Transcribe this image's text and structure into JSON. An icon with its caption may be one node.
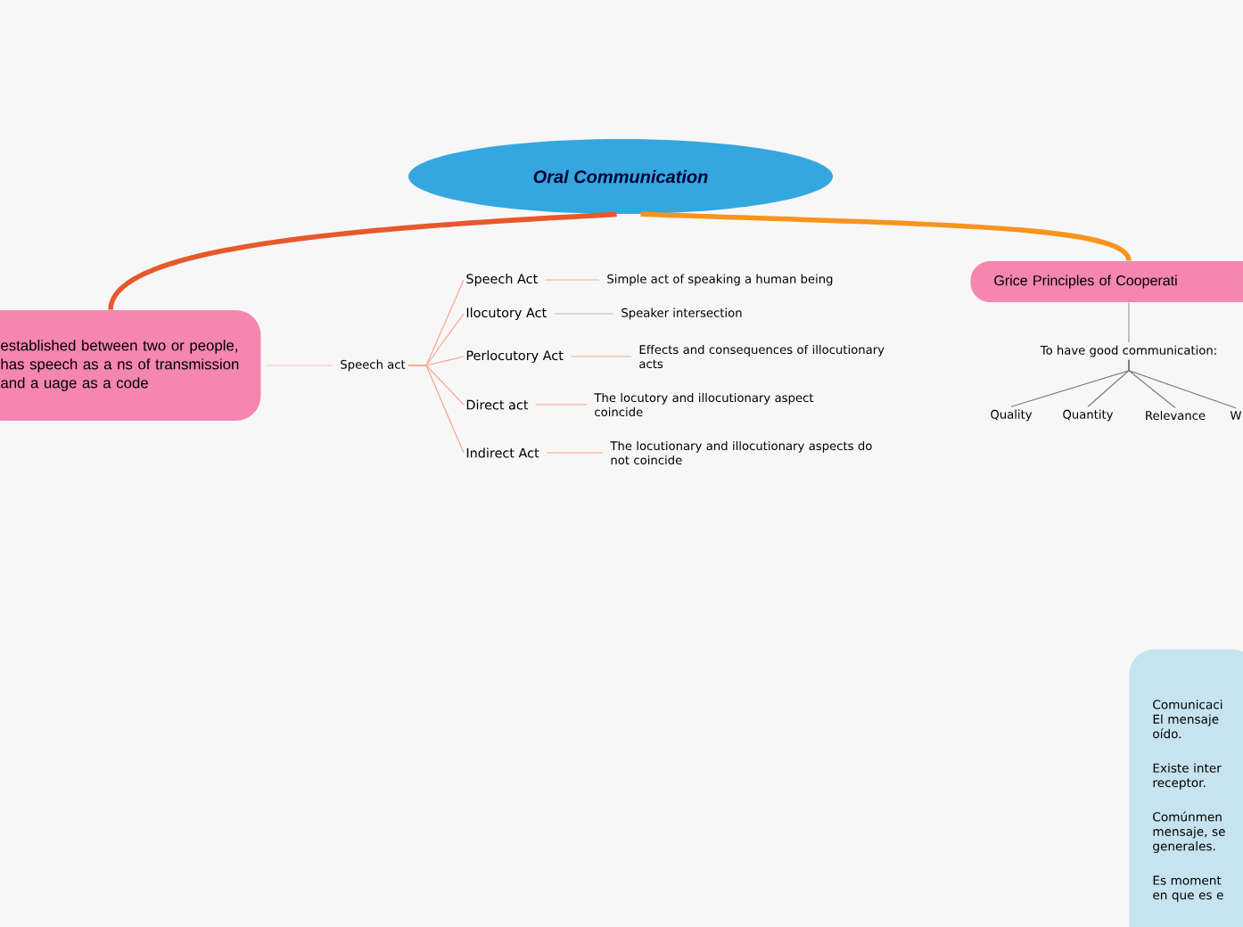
{
  "diagram": {
    "nodes": [
      {
        "text": [
          "Oral Communication"
        ]
      },
      {
        "text": [
          "established between two or people, has speech as a ns of transmission and a uage as a code"
        ]
      },
      {
        "text": [
          "Speech act"
        ]
      },
      {
        "text": [
          "Speech Act"
        ]
      },
      {
        "text": [
          "Ilocutory Act"
        ]
      },
      {
        "text": [
          "Perlocutory Act"
        ]
      },
      {
        "text": [
          "Direct act"
        ]
      },
      {
        "text": [
          "Indirect Act"
        ]
      },
      {
        "text": [
          "Simple act of speaking a human being"
        ]
      },
      {
        "text": [
          "Speaker intersection"
        ]
      },
      {
        "text": [
          "Effects and consequences of illocutionary acts"
        ]
      },
      {
        "text": [
          "The locutory and illocutionary aspect coincide"
        ]
      },
      {
        "text": [
          "The locutionary and illocutionary aspects do not coincide"
        ]
      },
      {
        "text": [
          "Grice Principles of Cooperati"
        ]
      },
      {
        "text": [
          "To have good communication:"
        ]
      },
      {
        "text": [
          "Quality"
        ]
      },
      {
        "text": [
          "Quantity"
        ]
      },
      {
        "text": [
          "Relevance"
        ]
      },
      {
        "text": [
          "W"
        ]
      },
      {
        "text": [
          "Comunicaci El mensaje oído.",
          "Existe inter receptor.",
          "Comúnmen mensaje, se generales.",
          "Es moment en que es e"
        ]
      }
    ],
    "edges": [
      {
        "from": 0,
        "to": 1,
        "arrow": "none",
        "style": "thick",
        "color": "#e8582c"
      },
      {
        "from": 0,
        "to": 13,
        "arrow": "none",
        "style": "thick",
        "color": "#f7941d"
      },
      {
        "from": 1,
        "to": 2,
        "arrow": "none",
        "color": "#f6c5b5"
      },
      {
        "from": 2,
        "to": 3,
        "arrow": "none"
      },
      {
        "from": 2,
        "to": 4,
        "arrow": "none"
      },
      {
        "from": 2,
        "to": 5,
        "arrow": "none"
      },
      {
        "from": 2,
        "to": 6,
        "arrow": "none"
      },
      {
        "from": 2,
        "to": 7,
        "arrow": "none"
      },
      {
        "from": 3,
        "to": 8,
        "arrow": "none"
      },
      {
        "from": 4,
        "to": 9,
        "arrow": "none",
        "color": "#b8b8b8"
      },
      {
        "from": 5,
        "to": 10,
        "arrow": "none"
      },
      {
        "from": 6,
        "to": 11,
        "arrow": "none"
      },
      {
        "from": 7,
        "to": 12,
        "arrow": "none"
      },
      {
        "from": 13,
        "to": 14,
        "arrow": "none",
        "color": "#9a9a9a"
      },
      {
        "from": 14,
        "to": 15,
        "arrow": "none",
        "color": "#7a7a7a"
      },
      {
        "from": 14,
        "to": 16,
        "arrow": "none",
        "color": "#7a7a7a"
      },
      {
        "from": 14,
        "to": 17,
        "arrow": "none",
        "color": "#7a7a7a"
      },
      {
        "from": 14,
        "to": 18,
        "arrow": "none",
        "color": "#7a7a7a"
      }
    ]
  }
}
